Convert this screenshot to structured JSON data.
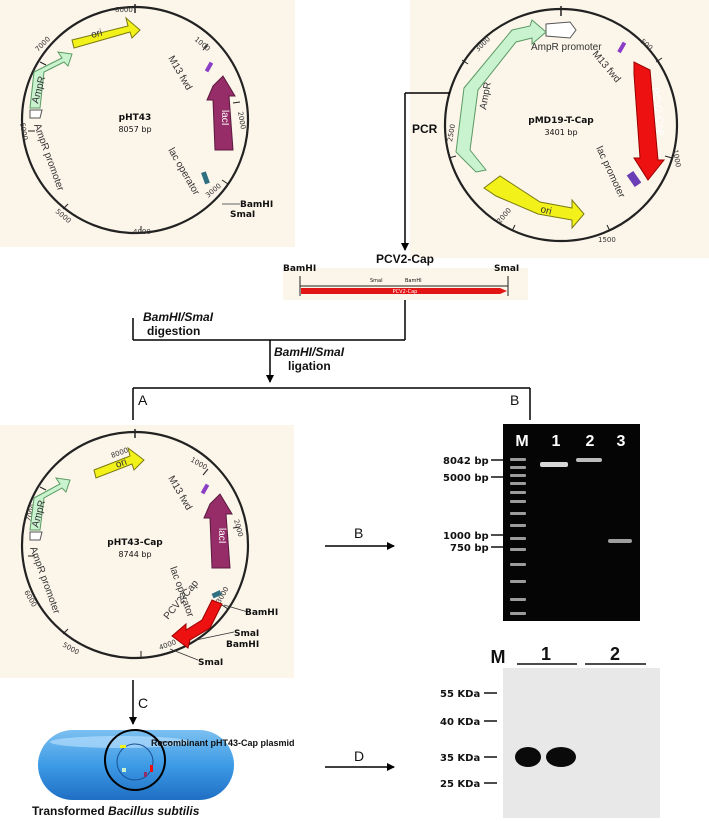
{
  "plasmid_pht43": {
    "name": "pHT43",
    "size": "8057 bp",
    "ticks": [
      "8000",
      "1000",
      "2000",
      "3000",
      "4000",
      "5000",
      "6000",
      "7000"
    ],
    "features": {
      "ori": "ori",
      "m13": "M13 fwd",
      "laci": "lacI",
      "ampr": "AmpR",
      "ampr_promoter": "AmpR promoter",
      "lac_operator": "lac operator",
      "bamhi": "BamHI",
      "smai": "SmaI"
    }
  },
  "plasmid_pmd19": {
    "name": "pMD19-T-Cap",
    "size": "3401 bp",
    "ticks": [
      "500",
      "1000",
      "1500",
      "2000",
      "2500",
      "3000"
    ],
    "features": {
      "ampr_promoter": "AmpR promoter",
      "m13": "M13 fwd",
      "pcv2": "PCV2-Cap",
      "ampr": "AmpR",
      "lac_promoter": "lac promoter",
      "ori": "ori"
    }
  },
  "pcr_label": "PCR",
  "insert": {
    "title": "PCV2-Cap",
    "left_site": "BamHI",
    "right_site": "SmaI",
    "inner_site1": "SmaI",
    "inner_site2": "BamHI",
    "bar_label": "PCV2-Cap"
  },
  "digestion": {
    "enzymes": "BamHI/SmaI",
    "text": "digestion"
  },
  "ligation": {
    "enzymes": "BamHI/SmaI",
    "text": "ligation"
  },
  "branch": {
    "a": "A",
    "b": "B",
    "b_arrow": "B",
    "c": "C",
    "d": "D"
  },
  "plasmid_pht43cap": {
    "name": "pHT43-Cap",
    "size": "8744 bp",
    "ticks": [
      "8000",
      "1000",
      "2000",
      "3000",
      "4000",
      "5000",
      "6000",
      "7000"
    ],
    "features": {
      "ori": "ori",
      "m13": "M13 fwd",
      "laci": "lacI",
      "ampr": "AmpR",
      "ampr_promoter": "AmpR promoter",
      "lac_operator": "lac operator",
      "pcv2": "PCV2-Cap",
      "bamhi1": "BamHI",
      "smai1": "SmaI",
      "bamhi2": "BamHI",
      "smai2": "SmaI"
    }
  },
  "gel": {
    "lanes": [
      "M",
      "1",
      "2",
      "3"
    ],
    "markers": [
      "8042 bp",
      "5000 bp",
      "1000 bp",
      "750 bp"
    ]
  },
  "bacteria": {
    "plasmid_label": "Recombinant pHT43-Cap plasmid",
    "caption_prefix": "Transformed ",
    "caption_italic": "Bacillus subtilis"
  },
  "western": {
    "lanes": [
      "M",
      "1",
      "2"
    ],
    "markers": [
      "55 KDa",
      "40 KDa",
      "35 KDa",
      "25 KDa"
    ]
  }
}
